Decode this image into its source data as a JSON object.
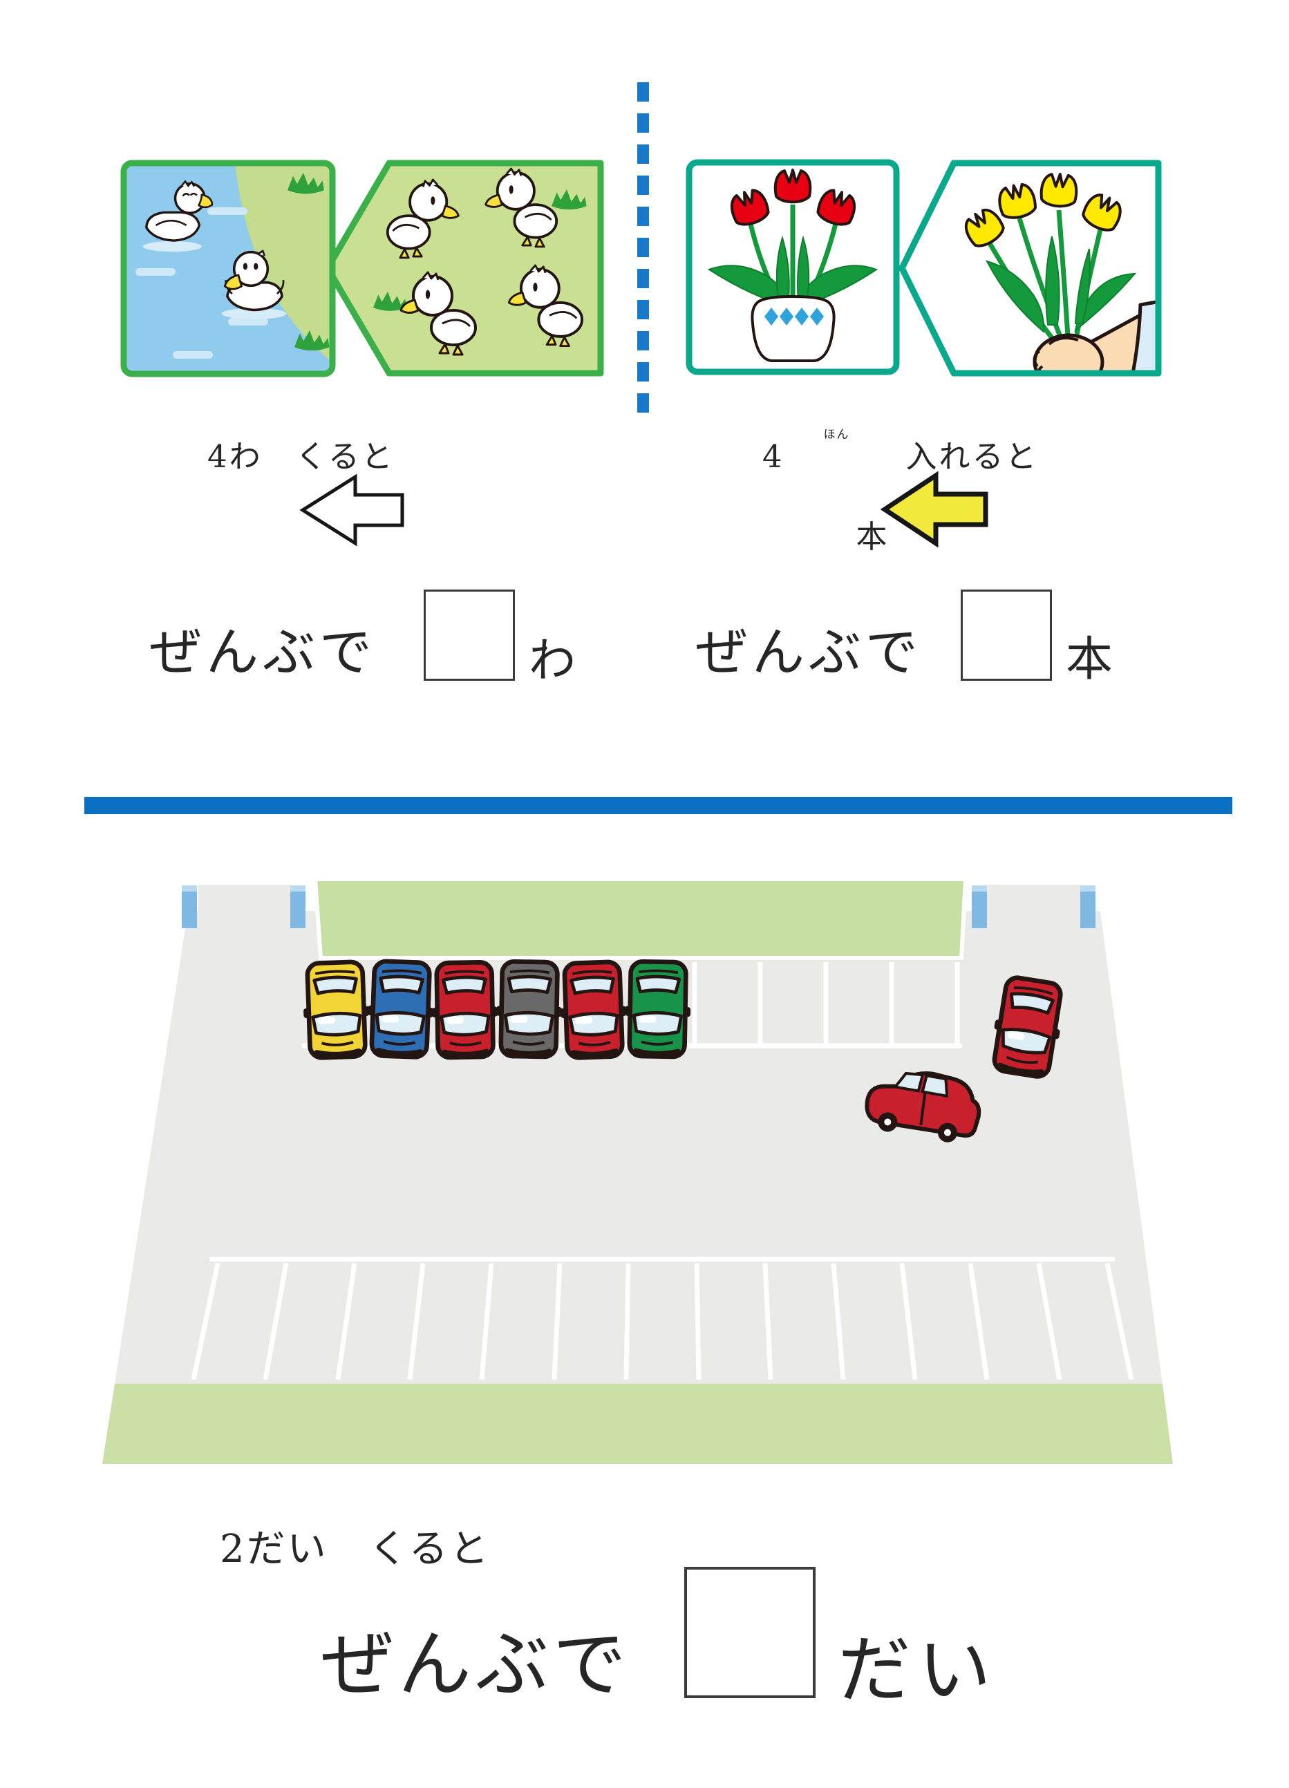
{
  "problems": {
    "ducks": {
      "count_label": "4わ　くると",
      "answer_prefix": "ぜんぶで",
      "answer_unit": "わ"
    },
    "tulips": {
      "count_number": "4",
      "count_counter": "本",
      "count_furigana": "ほん",
      "count_rest": "入れると",
      "answer_prefix": "ぜんぶで",
      "answer_unit": "本"
    },
    "cars": {
      "count_label": "2だい　くると",
      "answer_prefix": "ぜんぶで",
      "answer_unit": "だい"
    }
  },
  "colors": {
    "divider_blue": "#0B70C1",
    "dashed_divider_blue": "#1879CB",
    "panel_border_green": "#3BAF4A",
    "panel_border_teal": "#0AA88D",
    "panel_fill_light_green": "#C9E092",
    "pond_blue": "#90CAED",
    "bank_green": "#C3DC8E",
    "grass_green": "#2EA13B",
    "tulip_red": "#E60012",
    "tulip_yellow": "#FFE900",
    "stem_green": "#149A3C",
    "arrow_yellow": "#F1E93B",
    "lot_gray": "#EAEAE9",
    "lot_green_strip": "#C8DFA4",
    "post_blue": "#7FB8E2",
    "car_yellow": "#F2D437",
    "car_blue": "#2E6EB4",
    "car_red": "#C9202E",
    "car_gray": "#696969",
    "car_green": "#17944A"
  }
}
